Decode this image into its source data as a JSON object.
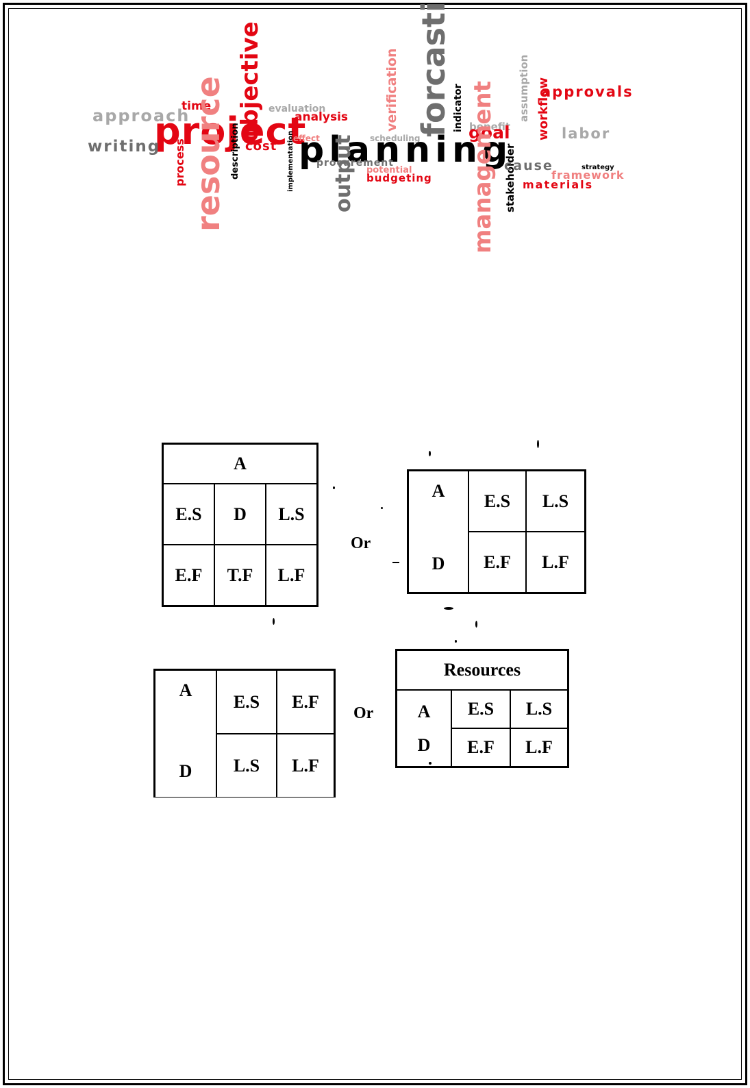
{
  "word_cloud": {
    "words": [
      "approach",
      "time",
      "objective",
      "evaluation",
      "analysis",
      "verification",
      "forcasting",
      "indicator",
      "benefit",
      "assumption",
      "approvals",
      "project",
      "goal",
      "workflow",
      "labor",
      "writing",
      "resource",
      "process",
      "description",
      "cost",
      "effect",
      "scheduling",
      "planning",
      "implementation",
      "procurement",
      "potential",
      "budgeting",
      "output",
      "management",
      "stakeholder",
      "cause",
      "strategy",
      "framework",
      "materials"
    ]
  },
  "diagrams": {
    "d1": {
      "header": "A",
      "es": "E.S",
      "d": "D",
      "ls": "L.S",
      "ef": "E.F",
      "tf": "T.F",
      "lf": "L.F"
    },
    "d2": {
      "es": "E.S",
      "a": "A",
      "ls": "L.S",
      "ef": "E.F",
      "d": "D",
      "lf": "L.F"
    },
    "d3": {
      "es": "E.S",
      "a": "A",
      "ef": "E.F",
      "ls": "L.S",
      "d": "D",
      "lf": "L.F"
    },
    "d4": {
      "header": "Resources",
      "es": "E.S",
      "a": "A",
      "ls": "L.S",
      "ef": "E.F",
      "d": "D",
      "lf": "L.F"
    },
    "or_label": "Or"
  }
}
